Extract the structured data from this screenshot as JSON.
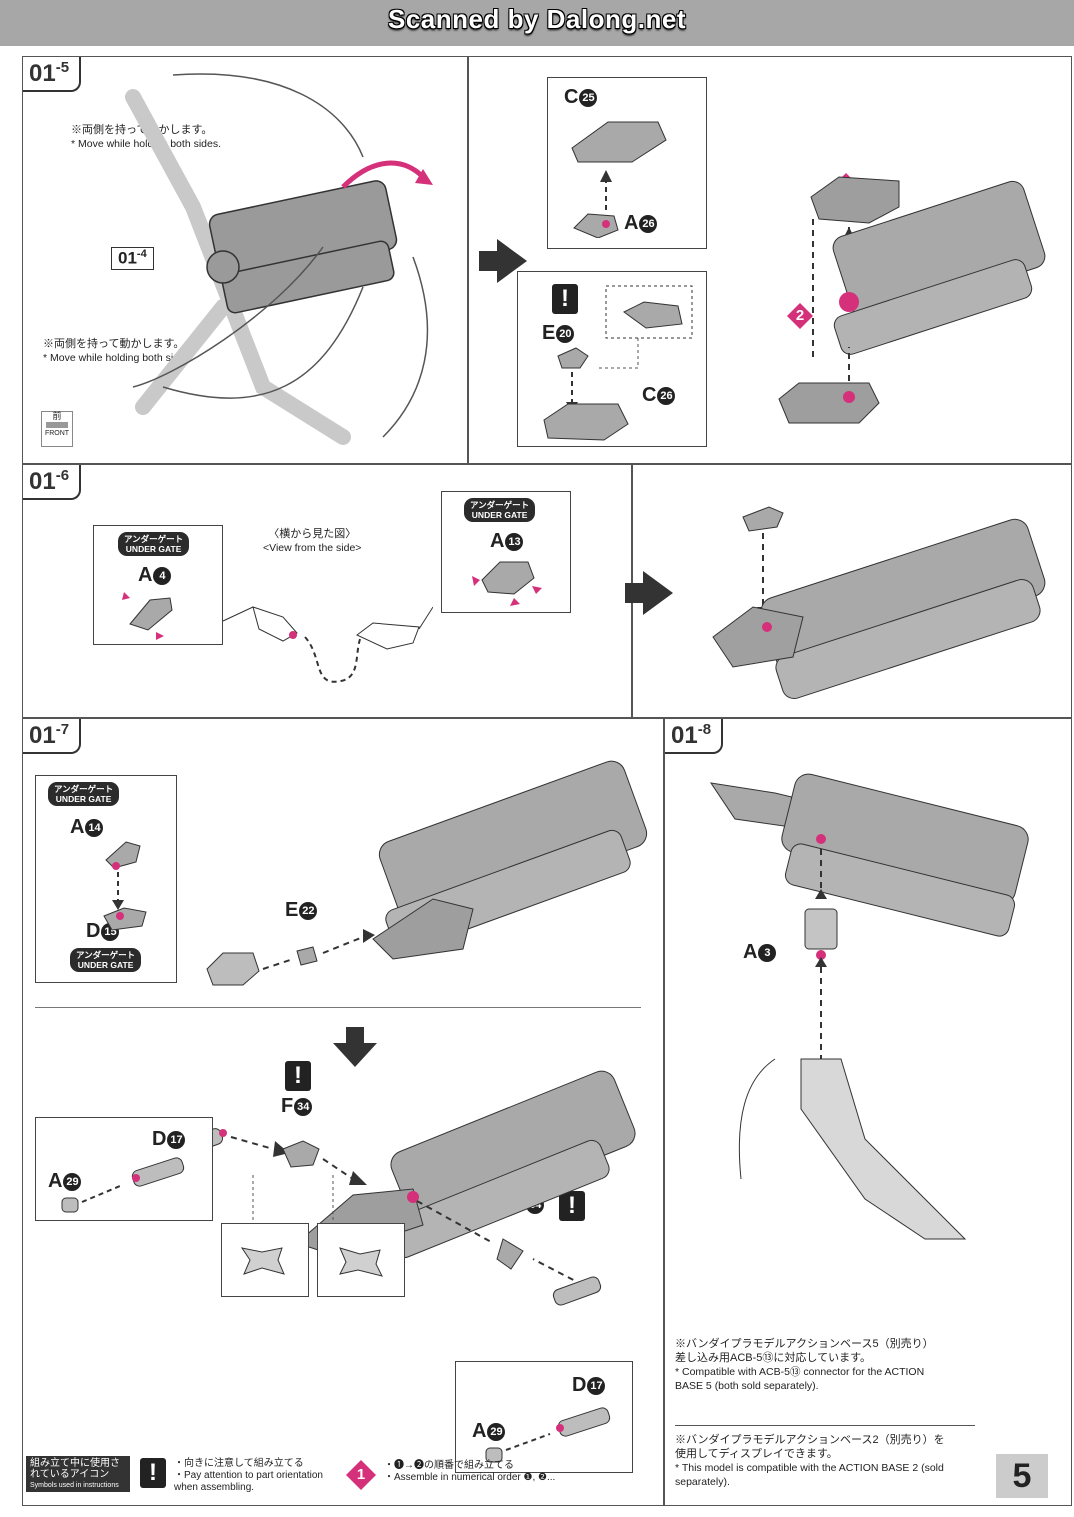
{
  "header": {
    "scan_credit": "Scanned by Dalong.net"
  },
  "steps": {
    "s01_5": {
      "major": "01",
      "minor": "5",
      "note_top_jp": "※両側を持って動かします。",
      "note_top_en": "* Move while holding both sides.",
      "note_bottom_jp": "※両側を持って動かします。",
      "note_bottom_en": "* Move while holding both sides.",
      "ref_major": "01",
      "ref_minor": "4",
      "front_jp": "前",
      "front_en": "FRONT"
    },
    "s01_5b": {
      "part_c25": "C",
      "part_c25_num": "25",
      "part_a26": "A",
      "part_a26_num": "26",
      "part_e20": "E",
      "part_e20_num": "20",
      "part_c26": "C",
      "part_c26_num": "26",
      "seq1": "1",
      "seq2": "2",
      "warn": "!"
    },
    "s01_6": {
      "major": "01",
      "minor": "6",
      "gate1_jp": "アンダーゲート",
      "gate1_en": "UNDER GATE",
      "part_a4": "A",
      "part_a4_num": "4",
      "view_jp": "〈横から見た図〉",
      "view_en": "<View from the side>",
      "gate2_jp": "アンダーゲート",
      "gate2_en": "UNDER GATE",
      "part_a13": "A",
      "part_a13_num": "13"
    },
    "s01_7": {
      "major": "01",
      "minor": "7",
      "gate1_jp": "アンダーゲート",
      "gate1_en": "UNDER GATE",
      "part_a14": "A",
      "part_a14_num": "14",
      "part_d15": "D",
      "part_d15_num": "15",
      "gate2_jp": "アンダーゲート",
      "gate2_en": "UNDER GATE",
      "part_e22": "E",
      "part_e22_num": "22",
      "warn": "!",
      "part_f34a": "F",
      "part_f34a_num": "34",
      "part_f34b": "F",
      "part_f34b_num": "34",
      "part_d17a": "D",
      "part_d17a_num": "17",
      "part_a29a": "A",
      "part_a29a_num": "29",
      "part_d17b": "D",
      "part_d17b_num": "17",
      "part_a29b": "A",
      "part_a29b_num": "29"
    },
    "s01_8": {
      "major": "01",
      "minor": "8",
      "part_a3": "A",
      "part_a3_num": "3",
      "note1_jp": "※バンダイプラモデルアクションベース5（別売り）差し込み用ACB-5⑬に対応しています。",
      "note1_en": "* Compatible with ACB-5⑬ connector for the ACTION BASE 5 (both sold separately).",
      "note2_jp": "※バンダイプラモデルアクションベース2（別売り）を使用してディスプレイできます。",
      "note2_en": "* This model is compatible with the ACTION BASE 2 (sold separately)."
    }
  },
  "footer": {
    "icons_jp": "組み立て中に使用されているアイコン",
    "icons_en": "Symbols used in instructions",
    "warn_symbol": "!",
    "warn_jp": "・向きに注意して組み立てる",
    "warn_en": "・Pay attention to part orientation when assembling.",
    "seq_symbol": "1",
    "seq_jp": "・❶→❷の順番で組み立てる",
    "seq_en": "・Assemble in numerical order ❶, ❷...",
    "page_number": "5"
  },
  "colors": {
    "accent": "#d5307a",
    "ink": "#222222",
    "panel_border": "#555555"
  }
}
